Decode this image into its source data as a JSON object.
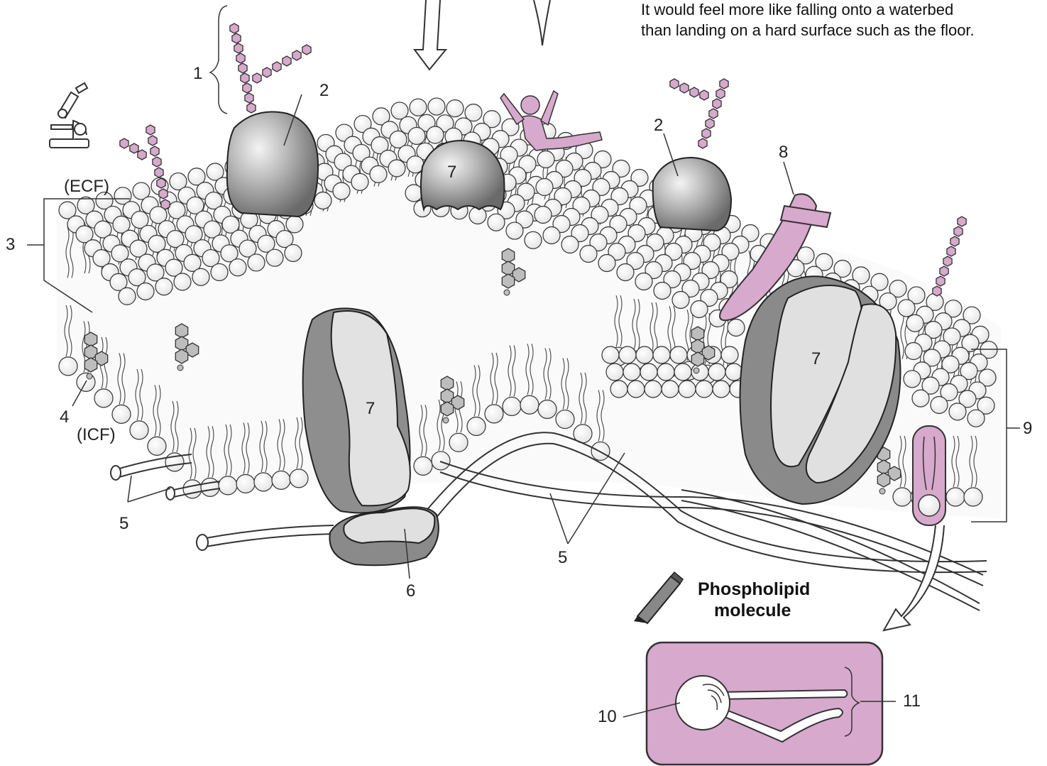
{
  "caption": {
    "line1": "It would feel more like falling onto a waterbed",
    "line2": "than landing on a hard surface such as the floor."
  },
  "regions": {
    "ecf": "(ECF)",
    "icf": "(ICF)"
  },
  "labels": {
    "n1": "1",
    "n2a": "2",
    "n2b": "2",
    "n3": "3",
    "n4": "4",
    "n5a": "5",
    "n5b": "5",
    "n6": "6",
    "n7a": "7",
    "n7b": "7",
    "n7c": "7",
    "n8": "8",
    "n9": "9",
    "n10": "10",
    "n11": "11"
  },
  "inset": {
    "title_line1": "Phospholipid",
    "title_line2": "molecule"
  },
  "icons": [
    "microscope-icon",
    "pencil-icon",
    "falling-person-icon"
  ],
  "colors": {
    "accent_pink": "#d7a9cc",
    "protein_gray": "#8a8a8a",
    "cholesterol_gray": "#bdbdbd"
  }
}
